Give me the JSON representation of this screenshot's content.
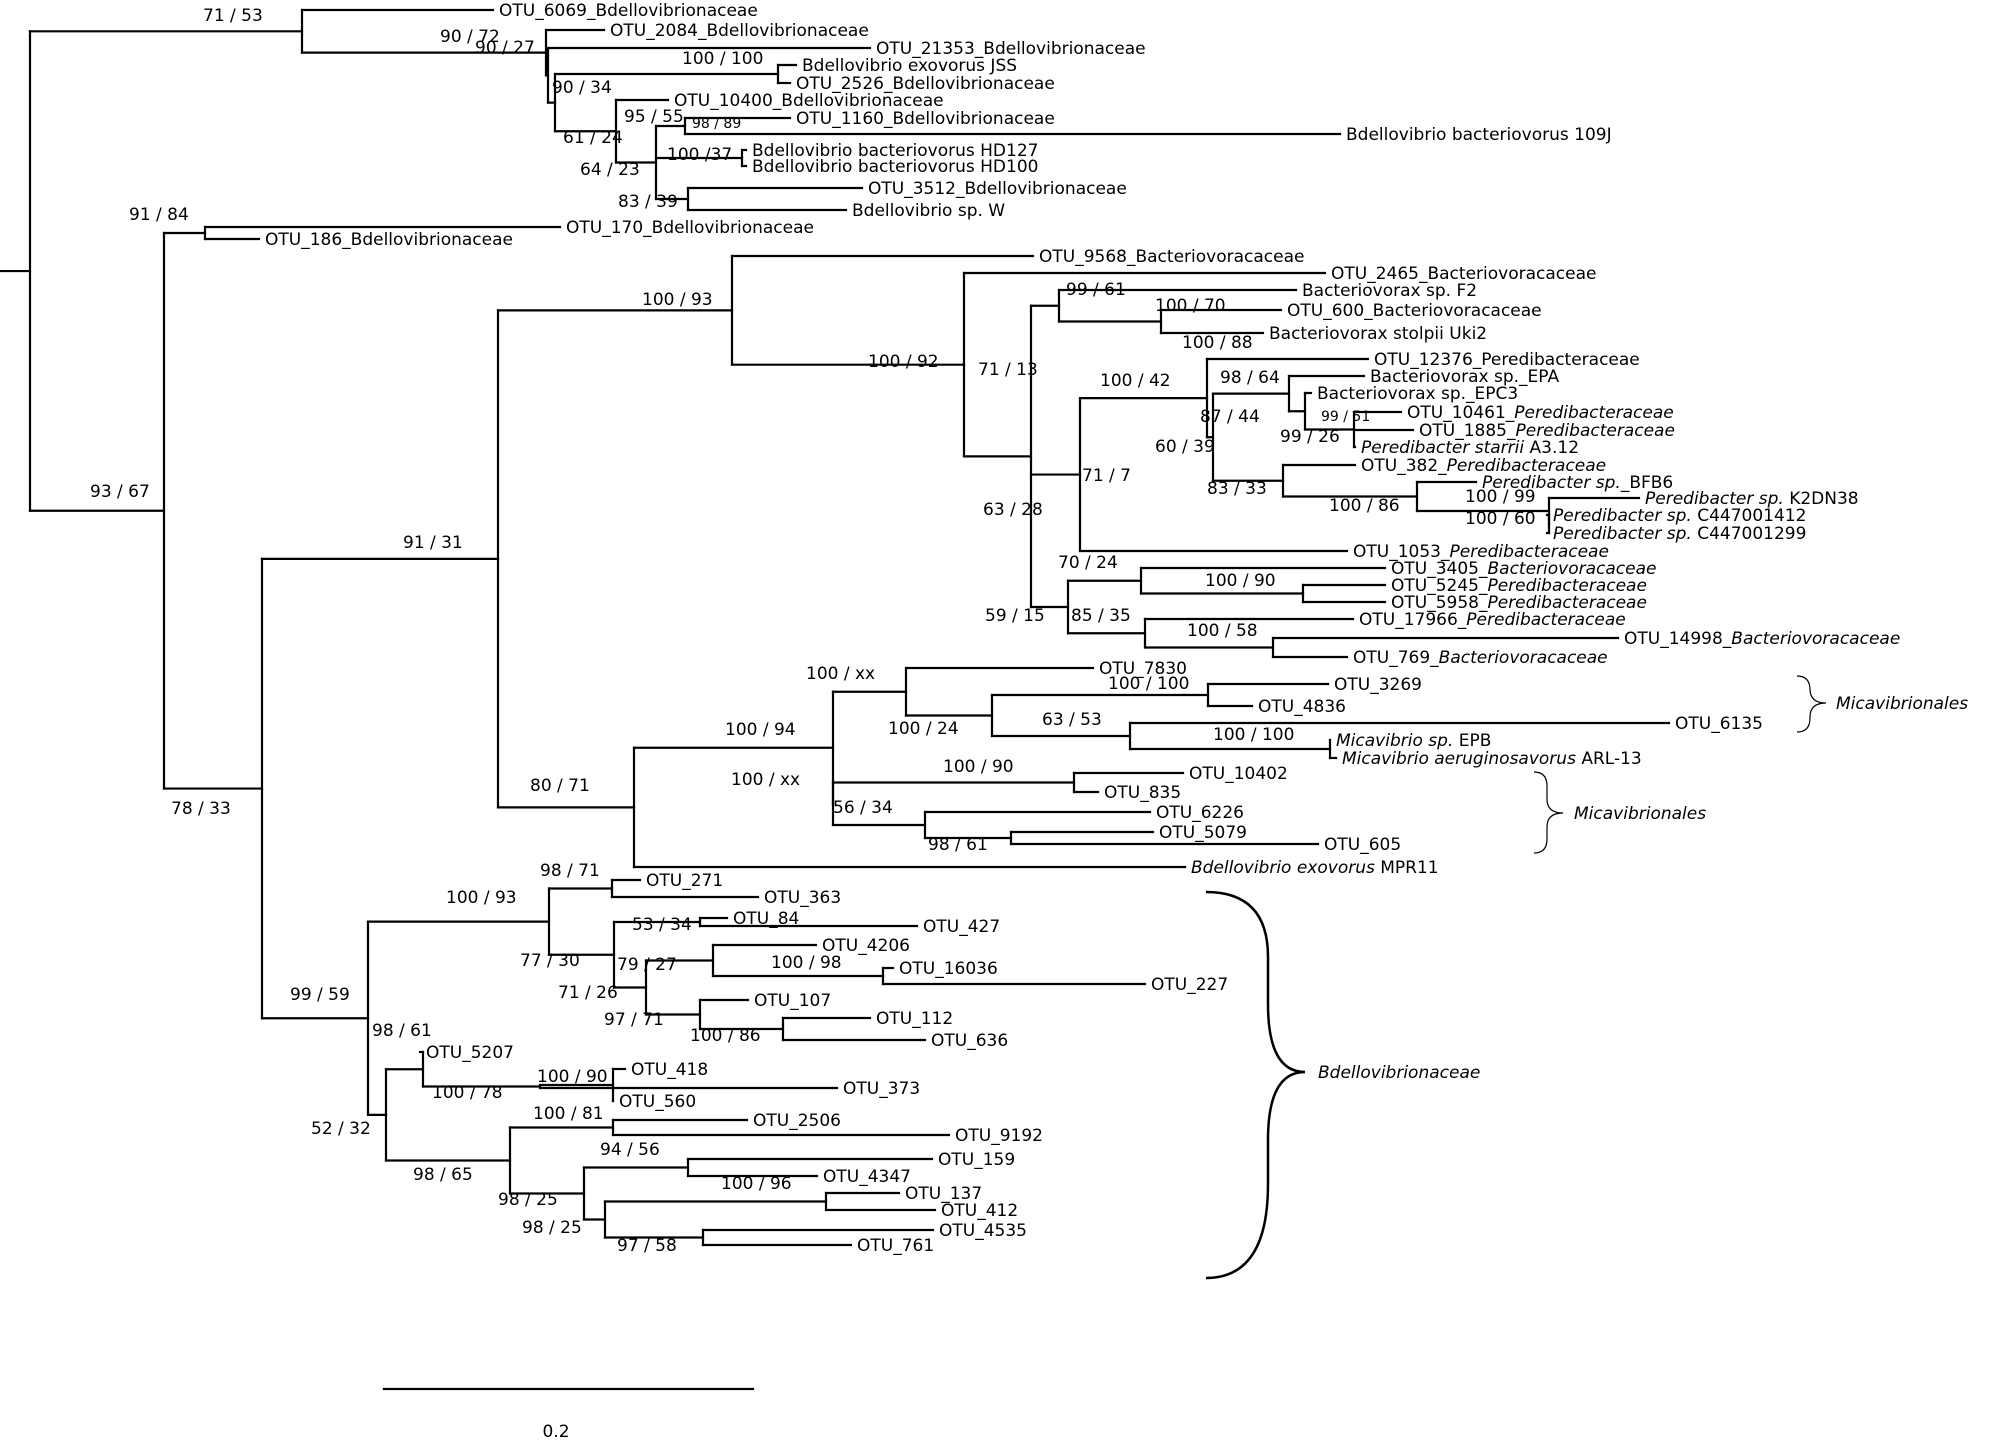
{
  "leaves": [
    {
      "id": "L1",
      "parts": [
        {
          "t": "OTU_6069_Bdellovibrionaceae"
        }
      ]
    },
    {
      "id": "L2",
      "parts": [
        {
          "t": "OTU_2084_Bdellovibrionaceae"
        }
      ]
    },
    {
      "id": "L3",
      "parts": [
        {
          "t": "OTU_21353_Bdellovibrionaceae"
        }
      ]
    },
    {
      "id": "L4",
      "parts": [
        {
          "t": "Bdellovibrio exovorus JSS"
        }
      ]
    },
    {
      "id": "L5",
      "parts": [
        {
          "t": "OTU_2526_Bdellovibrionaceae"
        }
      ]
    },
    {
      "id": "L6",
      "parts": [
        {
          "t": "OTU_10400_Bdellovibrionaceae"
        }
      ]
    },
    {
      "id": "L7",
      "parts": [
        {
          "t": "OTU_1160_Bdellovibrionaceae"
        }
      ]
    },
    {
      "id": "L8",
      "parts": [
        {
          "t": "Bdellovibrio bacteriovorus 109J"
        }
      ]
    },
    {
      "id": "L9",
      "parts": [
        {
          "t": "Bdellovibrio bacteriovorus HD127"
        }
      ]
    },
    {
      "id": "L10",
      "parts": [
        {
          "t": "Bdellovibrio bacteriovorus HD100"
        }
      ]
    },
    {
      "id": "L11",
      "parts": [
        {
          "t": "OTU_3512_Bdellovibrionaceae"
        }
      ]
    },
    {
      "id": "L12",
      "parts": [
        {
          "t": "Bdellovibrio sp. W"
        }
      ]
    },
    {
      "id": "L13",
      "parts": [
        {
          "t": "OTU_170_Bdellovibrionaceae"
        }
      ]
    },
    {
      "id": "L14",
      "parts": [
        {
          "t": "OTU_186_Bdellovibrionaceae"
        }
      ]
    },
    {
      "id": "L15",
      "parts": [
        {
          "t": "OTU_9568_Bacteriovoracaceae"
        }
      ]
    },
    {
      "id": "L16",
      "parts": [
        {
          "t": "OTU_2465_Bacteriovoracaceae"
        }
      ]
    },
    {
      "id": "L17",
      "parts": [
        {
          "t": "Bacteriovorax sp. F2"
        }
      ]
    },
    {
      "id": "L18",
      "parts": [
        {
          "t": "OTU_600_Bacteriovoracaceae"
        }
      ]
    },
    {
      "id": "L19",
      "parts": [
        {
          "t": "Bacteriovorax stolpii Uki2"
        }
      ]
    },
    {
      "id": "L20",
      "parts": [
        {
          "t": "OTU_12376_Peredibacteraceae"
        }
      ]
    },
    {
      "id": "L21",
      "parts": [
        {
          "t": "Bacteriovorax sp._EPA"
        }
      ]
    },
    {
      "id": "L22",
      "parts": [
        {
          "t": "Bacteriovorax sp._EPC3"
        }
      ]
    },
    {
      "id": "L23",
      "parts": [
        {
          "t": "OTU_10461_"
        },
        {
          "t": "Peredibacteraceae",
          "i": true
        }
      ]
    },
    {
      "id": "L24",
      "parts": [
        {
          "t": "OTU_1885_"
        },
        {
          "t": "Peredibacteraceae",
          "i": true
        }
      ]
    },
    {
      "id": "L25",
      "parts": [
        {
          "t": "Peredibacter starrii",
          "i": true
        },
        {
          "t": " A3.12"
        }
      ]
    },
    {
      "id": "L26",
      "parts": [
        {
          "t": "OTU_382_"
        },
        {
          "t": "Peredibacteraceae",
          "i": true
        }
      ]
    },
    {
      "id": "L27",
      "parts": [
        {
          "t": "Peredibacter sp.",
          "i": true
        },
        {
          "t": "_BFB6"
        }
      ]
    },
    {
      "id": "L28",
      "parts": [
        {
          "t": "Peredibacter sp.",
          "i": true
        },
        {
          "t": " K2DN38"
        }
      ]
    },
    {
      "id": "L29",
      "parts": [
        {
          "t": "Peredibacter sp.",
          "i": true
        },
        {
          "t": " C447001412"
        }
      ]
    },
    {
      "id": "L30",
      "parts": [
        {
          "t": "Peredibacter sp.",
          "i": true
        },
        {
          "t": "  C447001299"
        }
      ]
    },
    {
      "id": "L31",
      "parts": [
        {
          "t": "OTU_1053_"
        },
        {
          "t": "Peredibacteraceae",
          "i": true
        }
      ]
    },
    {
      "id": "L32",
      "parts": [
        {
          "t": "OTU_3405_"
        },
        {
          "t": "Bacteriovoracaceae",
          "i": true
        }
      ]
    },
    {
      "id": "L33",
      "parts": [
        {
          "t": "OTU_5245_"
        },
        {
          "t": "Peredibacteraceae",
          "i": true
        }
      ]
    },
    {
      "id": "L34",
      "parts": [
        {
          "t": "OTU_5958_"
        },
        {
          "t": "Peredibacteraceae",
          "i": true
        }
      ]
    },
    {
      "id": "L35",
      "parts": [
        {
          "t": "OTU_17966_"
        },
        {
          "t": "Peredibacteraceae",
          "i": true
        }
      ]
    },
    {
      "id": "L36",
      "parts": [
        {
          "t": "OTU_14998_"
        },
        {
          "t": "Bacteriovoracaceae",
          "i": true
        }
      ]
    },
    {
      "id": "L37",
      "parts": [
        {
          "t": "OTU_769_"
        },
        {
          "t": "Bacteriovoracaceae",
          "i": true
        }
      ]
    },
    {
      "id": "L38",
      "parts": [
        {
          "t": "OTU_7830"
        }
      ]
    },
    {
      "id": "L39",
      "parts": [
        {
          "t": "OTU_3269"
        }
      ]
    },
    {
      "id": "L40",
      "parts": [
        {
          "t": "OTU_4836"
        }
      ]
    },
    {
      "id": "L41",
      "parts": [
        {
          "t": "OTU_6135"
        }
      ]
    },
    {
      "id": "L42",
      "parts": [
        {
          "t": "Micavibrio sp.",
          "i": true
        },
        {
          "t": " EPB"
        }
      ]
    },
    {
      "id": "L43",
      "parts": [
        {
          "t": "Micavibrio aeruginosavorus",
          "i": true
        },
        {
          "t": " ARL-13"
        }
      ]
    },
    {
      "id": "L44",
      "parts": [
        {
          "t": "OTU_10402"
        }
      ]
    },
    {
      "id": "L45",
      "parts": [
        {
          "t": "OTU_835"
        }
      ]
    },
    {
      "id": "L46",
      "parts": [
        {
          "t": "OTU_6226"
        }
      ]
    },
    {
      "id": "L47",
      "parts": [
        {
          "t": "OTU_5079"
        }
      ]
    },
    {
      "id": "L48",
      "parts": [
        {
          "t": "OTU_605"
        }
      ]
    },
    {
      "id": "L49",
      "parts": [
        {
          "t": "Bdellovibrio exovorus",
          "i": true
        },
        {
          "t": " MPR11"
        }
      ]
    },
    {
      "id": "L50",
      "parts": [
        {
          "t": "OTU_271"
        }
      ]
    },
    {
      "id": "L51",
      "parts": [
        {
          "t": "OTU_363"
        }
      ]
    },
    {
      "id": "L52",
      "parts": [
        {
          "t": "OTU_84"
        }
      ]
    },
    {
      "id": "L53",
      "parts": [
        {
          "t": "OTU_427"
        }
      ]
    },
    {
      "id": "L54",
      "parts": [
        {
          "t": "OTU_4206"
        }
      ]
    },
    {
      "id": "L55",
      "parts": [
        {
          "t": "OTU_16036"
        }
      ]
    },
    {
      "id": "L56",
      "parts": [
        {
          "t": "OTU_227"
        }
      ]
    },
    {
      "id": "L57",
      "parts": [
        {
          "t": "OTU_107"
        }
      ]
    },
    {
      "id": "L58",
      "parts": [
        {
          "t": "OTU_112"
        }
      ]
    },
    {
      "id": "L59",
      "parts": [
        {
          "t": "OTU_636"
        }
      ]
    },
    {
      "id": "L60",
      "parts": [
        {
          "t": "OTU_5207"
        }
      ]
    },
    {
      "id": "L61",
      "parts": [
        {
          "t": "OTU_418"
        }
      ]
    },
    {
      "id": "L62",
      "parts": [
        {
          "t": "OTU_373"
        }
      ]
    },
    {
      "id": "L63",
      "parts": [
        {
          "t": "OTU_560"
        }
      ]
    },
    {
      "id": "L64",
      "parts": [
        {
          "t": "OTU_2506"
        }
      ]
    },
    {
      "id": "L65",
      "parts": [
        {
          "t": "OTU_9192"
        }
      ]
    },
    {
      "id": "L66",
      "parts": [
        {
          "t": "OTU_159"
        }
      ]
    },
    {
      "id": "L67",
      "parts": [
        {
          "t": "OTU_4347"
        }
      ]
    },
    {
      "id": "L68",
      "parts": [
        {
          "t": "OTU_137"
        }
      ]
    },
    {
      "id": "L69",
      "parts": [
        {
          "t": "OTU_412"
        }
      ]
    },
    {
      "id": "L70",
      "parts": [
        {
          "t": "OTU_4535"
        }
      ]
    },
    {
      "id": "L71",
      "parts": [
        {
          "t": "OTU_761"
        }
      ]
    }
  ],
  "support_values": [
    "71 / 53",
    "90 / 72",
    "90 / 27",
    "90 / 34",
    "100 / 100",
    "61 / 24",
    "95 / 55",
    "98 / 89",
    "64 / 23",
    "100 /37",
    "83 / 39",
    "91 / 84",
    "93 / 67",
    "100 / 93",
    "100 / 92",
    "99 / 61",
    "100 / 70",
    "100 / 88",
    "71 / 13",
    "100 / 42",
    "98 / 64",
    "87 / 44",
    "99 / 51",
    "99 / 26",
    "60 / 39",
    "71 / 7",
    "83 / 33",
    "100 / 86",
    "100 / 99",
    "100 / 60",
    "63 / 28",
    "70 / 24",
    "100 / 90",
    "59 / 15",
    "85 / 35",
    "100 / 58",
    "91 / 31",
    "100 / xx",
    "100 / 100",
    "100 / 24",
    "63 / 53",
    "100 / 100",
    "100 / 94",
    "100 / xx",
    "100 / 90",
    "56 / 34",
    "98 / 61",
    "80 / 71",
    "78 / 33",
    "98 / 71",
    "100 / 93",
    "53 / 34",
    "100 / 98",
    "77 / 30",
    "79 / 27",
    "71 / 26",
    "97 / 71",
    "100 / 86",
    "99 / 59",
    "98 / 61",
    "100 / 90",
    "100 / 78",
    "52 / 32",
    "100 / 81",
    "94 / 56",
    "100 / 96",
    "98 / 65",
    "98 / 25",
    "98 / 25",
    "97 / 58"
  ],
  "clade_labels": {
    "micavibrionales_upper": "Micavibrionales",
    "micavibrionales_lower": "Micavibrionales",
    "bdellovibrionaceae": "Bdellovibrionaceae"
  },
  "scale_bar": {
    "label": "0.2",
    "value": 0.2
  }
}
